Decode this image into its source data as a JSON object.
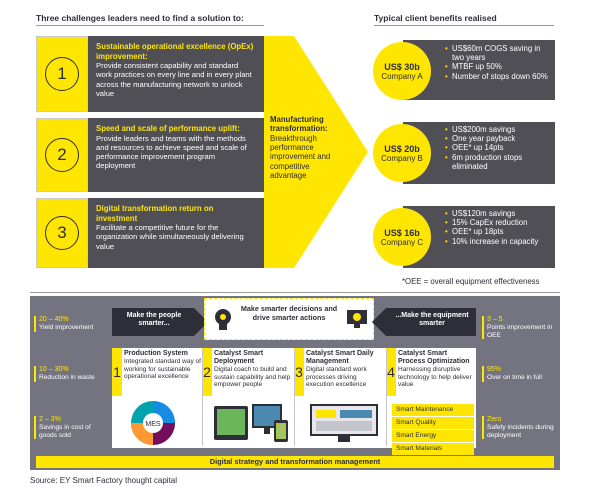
{
  "header": {
    "left_title": "Three challenges leaders need to find a solution to:",
    "right_title": "Typical client benefits realised"
  },
  "challenges": [
    {
      "number": "1",
      "title": "Sustainable operational excellence (OpEx) improvement:",
      "text": "Provide consistent capability and standard work practices on every line and in every plant across the manufacturing network to unlock value"
    },
    {
      "number": "2",
      "title": "Speed and scale of performance uplift:",
      "text": "Provide leaders and teams with the methods and resources to achieve speed and scale of performance improvement program deployment"
    },
    {
      "number": "3",
      "title": "Digital transformation return on investment",
      "text": "Facilitate a competitive future for the organization while simultaneously delivering value"
    }
  ],
  "transformation": {
    "title": "Manufacturing transformation:",
    "text": "Breakthrough performance improvement and competitive advantage"
  },
  "benefits": [
    {
      "amount": "US$ 30b",
      "company": "Company A",
      "items": [
        "US$60m COGS saving in two years",
        "MTBF up 50%",
        "Number of stops down 60%"
      ]
    },
    {
      "amount": "US$ 20b",
      "company": "Company B",
      "items": [
        "US$200m savings",
        "One year payback",
        "OEE* up 14pts",
        "6m production stops eliminated"
      ]
    },
    {
      "amount": "US$ 16b",
      "company": "Company C",
      "items": [
        "US$120m savings",
        "15% CapEx reduction",
        "OEE* up 18pts",
        "10% increase in capacity"
      ]
    }
  ],
  "footnote": "*OEE = overall equipment effectiveness",
  "bottom": {
    "people_arrow": "Make the people smarter...",
    "center_text": "Make smarter decisions and drive smarter actions",
    "equipment_arrow": "...Make the equipment smarter",
    "left_stats": [
      {
        "big": "20 – 40%",
        "small": "Yield improvement"
      },
      {
        "big": "10 – 30%",
        "small": "Reduction in waste"
      },
      {
        "big": "2 – 3%",
        "small": "Savings in cost of goods sold"
      }
    ],
    "right_stats": [
      {
        "big": "3 – 5",
        "small": "Points improvement in OEE"
      },
      {
        "big": "95%",
        "small": "Over on time in full"
      },
      {
        "big": "Zero",
        "small": "Safety incidents during deployment"
      }
    ],
    "steps": [
      {
        "number": "1",
        "title": "Production System",
        "text": "Integrated standard way of working for sustainable operational excellence"
      },
      {
        "number": "2",
        "title": "Catalyst Smart Deployment",
        "text": "Digital coach to build and sustain capability and help empower people"
      },
      {
        "number": "3",
        "title": "Catalyst Smart Daily Management",
        "text": "Digital standard work processes driving execution excellence"
      },
      {
        "number": "4",
        "title": "Catalyst Smart Process Optimization",
        "text": "Harnessing disruptive technology to help deliver value"
      }
    ],
    "wheel_label": "MES",
    "smart_items": [
      "Smart Maintenance",
      "Smart Quality",
      "Smart Energy",
      "Smart Materials"
    ],
    "footer_bar": "Digital strategy and transformation management"
  },
  "source": "Source: EY Smart Factory thought capital",
  "colors": {
    "yellow": "#ffe600",
    "dark": "#2e2e38",
    "grey": "#4f4f55",
    "light_grey": "#747480"
  }
}
